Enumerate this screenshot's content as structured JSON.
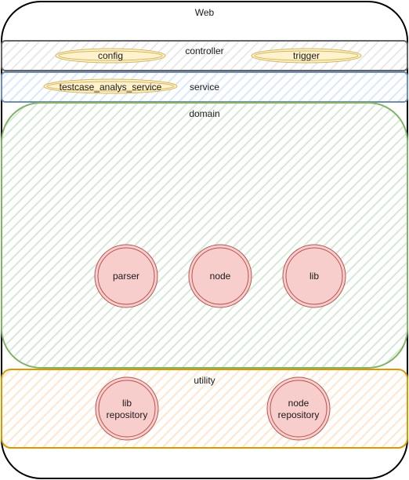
{
  "web": {
    "label": "Web"
  },
  "controller": {
    "label": "controller",
    "components": [
      "config",
      "trigger"
    ],
    "colors": {
      "stroke": "#666666",
      "hatch": "#e8e8e8"
    }
  },
  "service": {
    "label": "service",
    "components": [
      "testcase_analys_service"
    ],
    "colors": {
      "stroke": "#6c8ebf",
      "hatch": "#dae8fc"
    }
  },
  "domain": {
    "label": "domain",
    "modules": [
      "parser",
      "node",
      "lib"
    ],
    "colors": {
      "stroke": "#82b366",
      "hatch": "#d5e8d4"
    }
  },
  "utility": {
    "label": "utility",
    "modules": [
      {
        "line1": "lib",
        "line2": "repository"
      },
      {
        "line1": "node",
        "line2": "repository"
      }
    ],
    "colors": {
      "stroke": "#d79b00",
      "hatch": "#ffe6cc"
    }
  },
  "component_colors": {
    "fill": "#fff2cc",
    "stroke": "#d6b656"
  },
  "module_colors": {
    "fill": "#f8cecc",
    "stroke": "#b85450"
  }
}
